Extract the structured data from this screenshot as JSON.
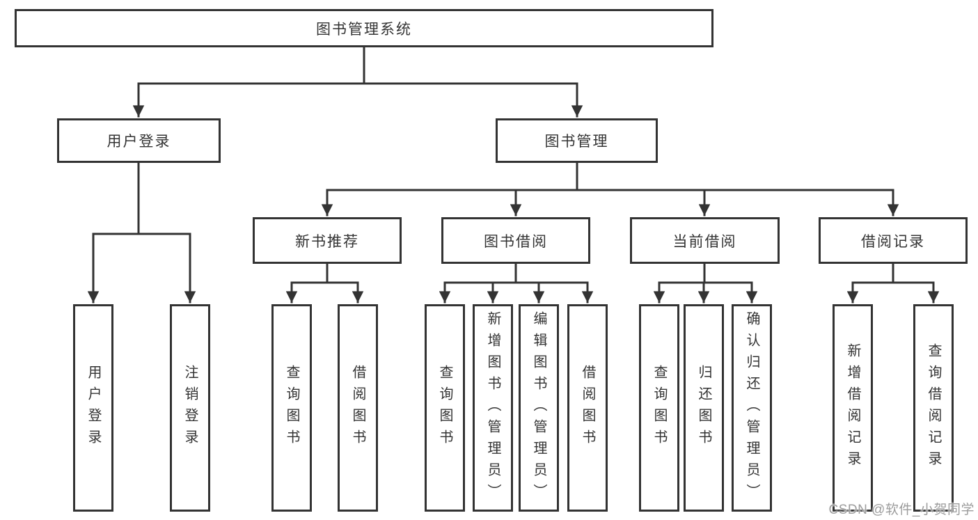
{
  "diagram_title": "图书管理系统",
  "colors": {
    "line": "#333333",
    "box_border": "#333333",
    "text": "#333333",
    "background": "#ffffff",
    "watermark": "#9c9c9c"
  },
  "tree": {
    "root": {
      "label": "图书管理系统"
    },
    "branches": [
      {
        "label": "用户登录",
        "children": [
          {
            "label": "用户登录"
          },
          {
            "label": "注销登录"
          }
        ]
      },
      {
        "label": "图书管理",
        "children": [
          {
            "label": "新书推荐",
            "children": [
              {
                "label": "查询图书"
              },
              {
                "label": "借阅图书"
              }
            ]
          },
          {
            "label": "图书借阅",
            "children": [
              {
                "label": "查询图书"
              },
              {
                "label": "新增图书（管理员）"
              },
              {
                "label": "编辑图书（管理员）"
              },
              {
                "label": "借阅图书"
              }
            ]
          },
          {
            "label": "当前借阅",
            "children": [
              {
                "label": "查询图书"
              },
              {
                "label": "归还图书"
              },
              {
                "label": "确认归还（管理员）"
              }
            ]
          },
          {
            "label": "借阅记录",
            "children": [
              {
                "label": "新增借阅记录"
              },
              {
                "label": "查询借阅记录"
              }
            ]
          }
        ]
      }
    ]
  },
  "watermark": {
    "text": "CSDN @软件_小贺同学"
  }
}
